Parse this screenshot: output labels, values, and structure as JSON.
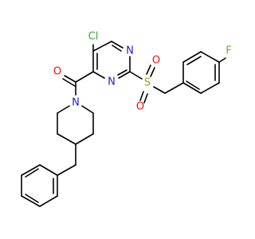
{
  "molecule": {
    "atoms": {
      "cl": {
        "symbol": "Cl",
        "color": "#33aa33"
      },
      "n1": {
        "symbol": "N",
        "color": "#2020dd"
      },
      "n2": {
        "symbol": "N",
        "color": "#2020dd"
      },
      "o_carbonyl": {
        "symbol": "O",
        "color": "#ee1111"
      },
      "n_pip": {
        "symbol": "N",
        "color": "#2020dd"
      },
      "s": {
        "symbol": "S",
        "color": "#b59a00"
      },
      "o_s1": {
        "symbol": "O",
        "color": "#ee1111"
      },
      "o_s2": {
        "symbol": "O",
        "color": "#ee1111"
      },
      "f": {
        "symbol": "F",
        "color": "#55bb33"
      }
    }
  }
}
